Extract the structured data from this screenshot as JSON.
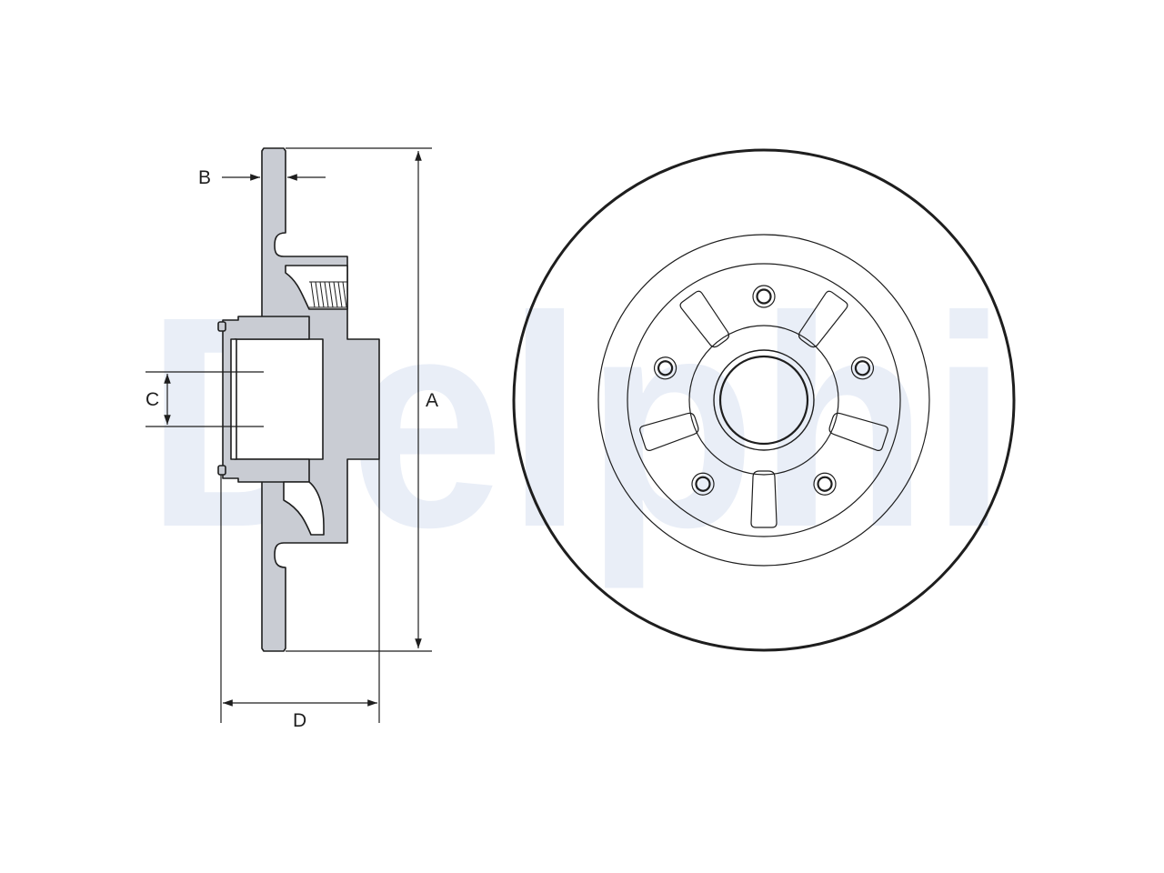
{
  "watermark": {
    "text": "Delphi"
  },
  "dimensions": {
    "a_label": "A",
    "b_label": "B",
    "c_label": "C",
    "d_label": "D"
  },
  "colors": {
    "line": "#1e1e1e",
    "part_fill": "#c9ccd3",
    "watermark": "#e9eef7",
    "background": "#ffffff"
  }
}
